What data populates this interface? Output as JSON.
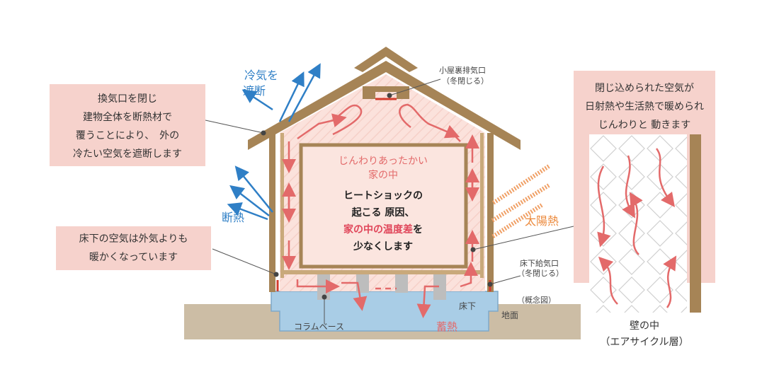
{
  "callouts": {
    "left_top": [
      "換気口を閉じ",
      "建物全体を断熱材で",
      "覆うことにより、　外の",
      "冷たい空気を遮断します"
    ],
    "left_bottom": [
      "床下の空気は外気よりも",
      "暖かくなっています"
    ],
    "right": [
      "閉じ込められた空気が",
      "日射熱や生活熱で暖められ",
      "じんわりと 動きます"
    ],
    "right_caption": [
      "壁の中",
      "（エアサイクル層）"
    ]
  },
  "labels": {
    "cold_block_1": "冷気を",
    "cold_block_2": "遮断",
    "insulation": "断熱",
    "solar_heat": "太陽熱",
    "heat_storage": "蓄熱",
    "column_base": "コラムベース",
    "underfloor": "床下",
    "ground": "地面",
    "concept": "（概念図）",
    "attic_vent_1": "小屋裏排気口",
    "attic_vent_2": "（冬閉じる）",
    "floor_vent_1": "床下給気口",
    "floor_vent_2": "（冬閉じる）"
  },
  "center": {
    "heading_1": "じんわりあったかい",
    "heading_2": "家の中",
    "line_1": "ヒートショックの",
    "line_2": "起こる 原因、",
    "line_3_highlight": "家の中の温度差",
    "line_3_suffix": "を",
    "line_4": "少なくします"
  },
  "colors": {
    "wood": "#a68456",
    "callout_bg": "#f6d2cc",
    "house_fill": "#fbe2dc",
    "warm_arrow": "#e36a6a",
    "cold_arrow": "#2f7fc6",
    "solar": "#ec8a3d",
    "foundation": "#a9cde6",
    "ground": "#ccbda5",
    "column": "#bdbdbd"
  }
}
